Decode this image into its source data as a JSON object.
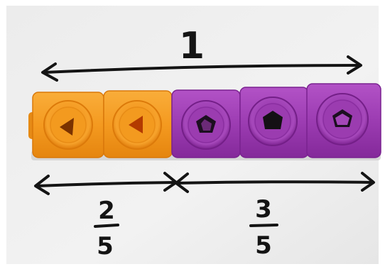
{
  "photo": {
    "whole_label": "1",
    "part_a": {
      "numerator": "2",
      "denominator": "5",
      "cube_color": "#f39a1f",
      "cube_shape": "triangle-icon",
      "count": 2
    },
    "part_b": {
      "numerator": "3",
      "denominator": "5",
      "cube_color": "#9b3cb0",
      "cube_shape": "pentagon-icon",
      "count": 3
    },
    "ink_color": "#141414",
    "paper_color": "#efefef"
  }
}
